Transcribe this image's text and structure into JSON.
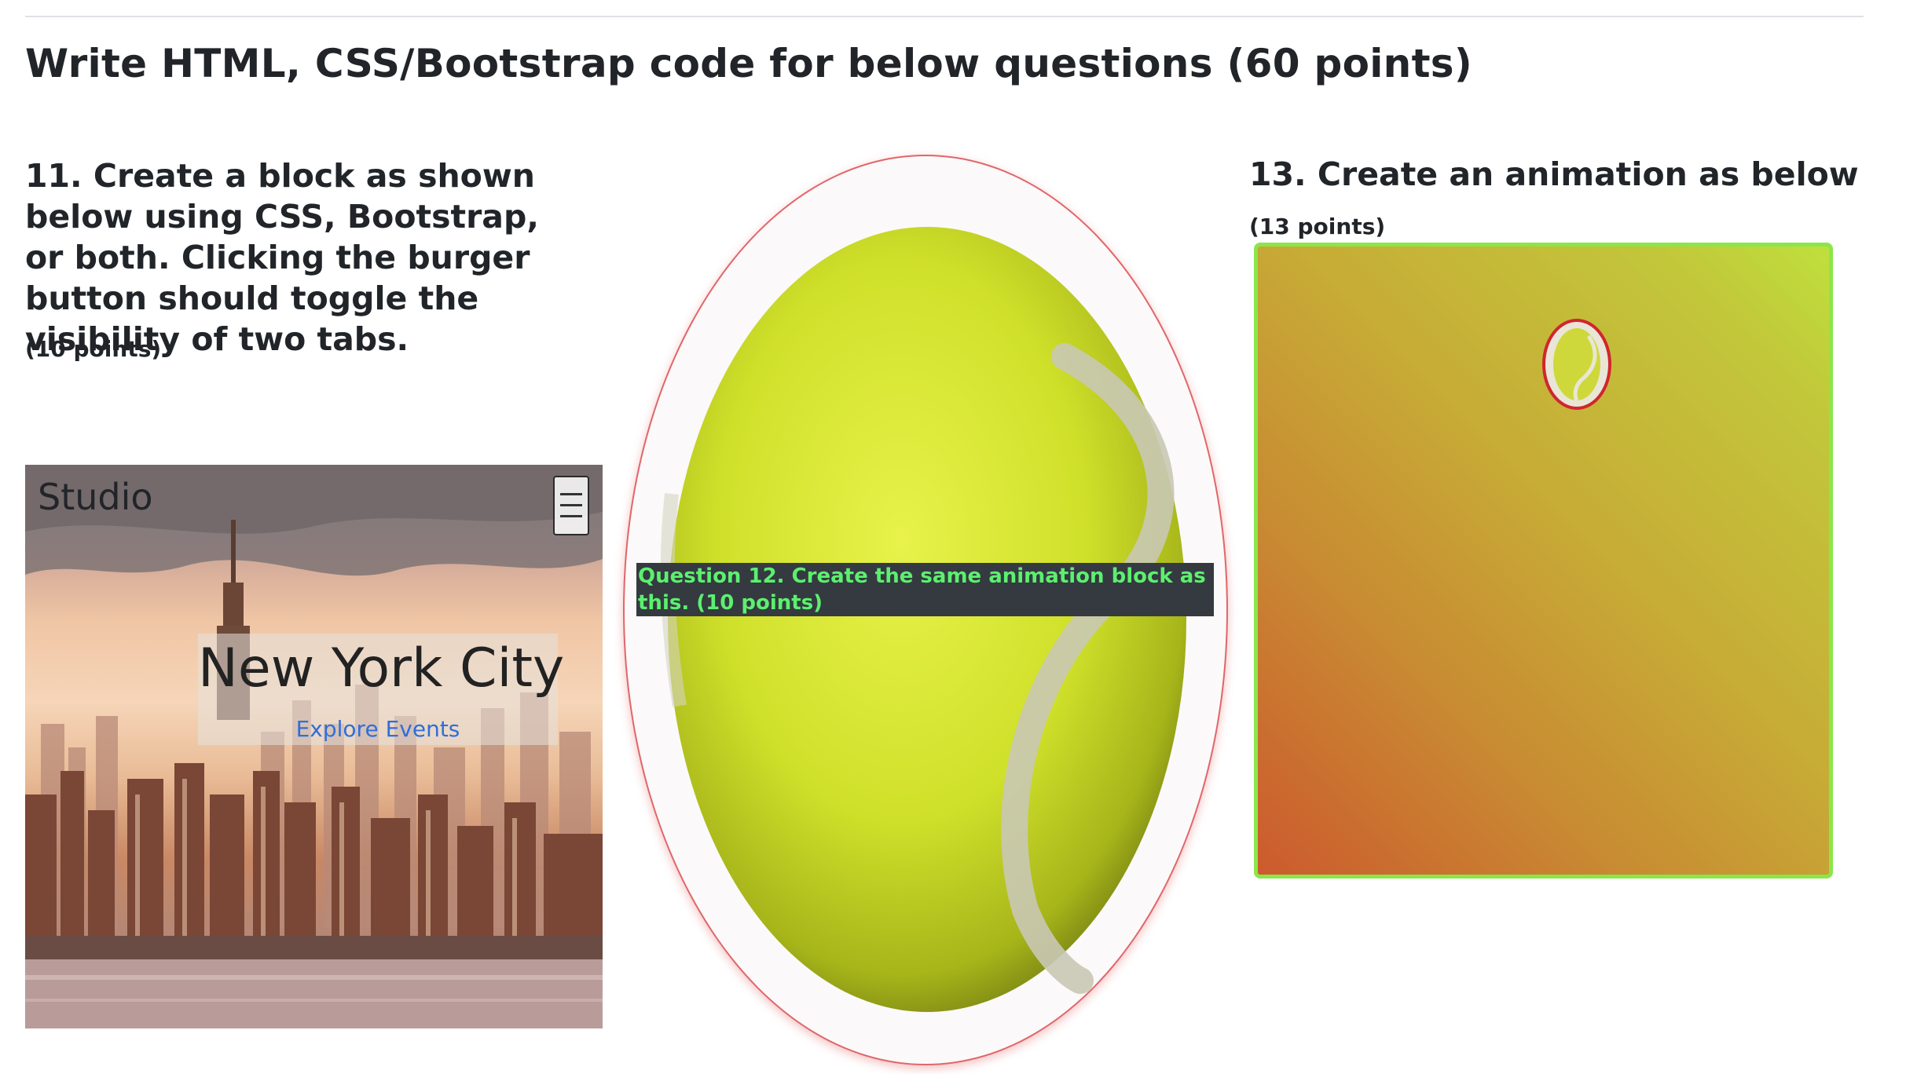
{
  "page": {
    "title": "Write HTML, CSS/Bootstrap code for below questions (60 points)"
  },
  "q11": {
    "text": "11. Create a block as shown below using CSS, Bootstrap, or both. Clicking the burger button should toggle the visibility of two tabs.",
    "points": "(10 points)",
    "demo": {
      "brand": "Studio",
      "hero_title": "New York City",
      "hero_link": "Explore Events",
      "burger_icon": "hamburger-menu-icon"
    }
  },
  "q12": {
    "text": "Question 12. Create the same animation block as this. (10 points)",
    "image_icon": "tennis-ball-image",
    "colors": {
      "label_bg": "#343a40",
      "label_text": "#5cf06e",
      "oval_border": "#e0666a"
    }
  },
  "q13": {
    "text": "13. Create an animation as below",
    "points": "(13 points)",
    "colors": {
      "border": "#8be64a",
      "ball_border": "#d0262e"
    },
    "image_icon": "tennis-ball-small-image"
  }
}
